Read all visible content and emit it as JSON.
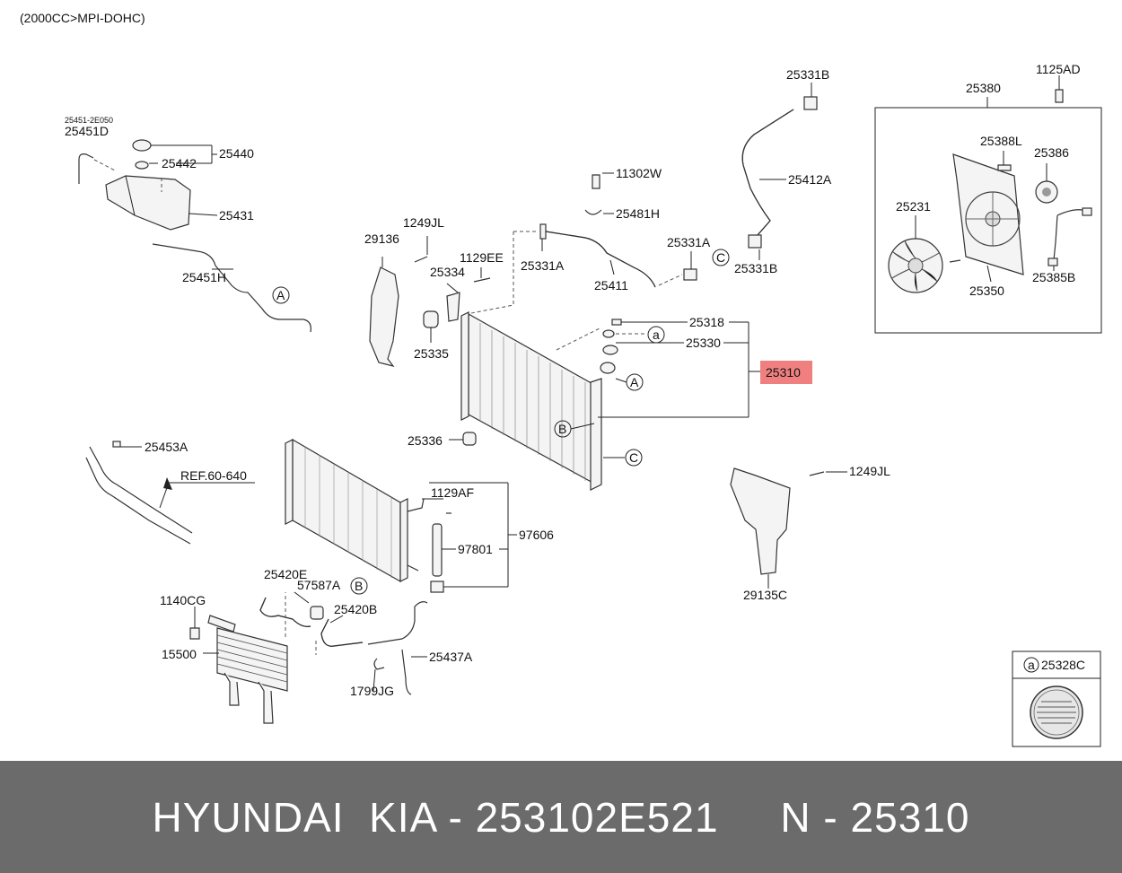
{
  "header": {
    "spec": "(2000CC>MPI-DOHC)"
  },
  "labels": {
    "p25451_2e050": "25451-2E050",
    "p25451d": "25451D",
    "p25440": "25440",
    "p25442": "25442",
    "p25431": "25431",
    "p25451h": "25451H",
    "p29136": "29136",
    "p1249jl_a": "1249JL",
    "p1129ee": "1129EE",
    "p25334": "25334",
    "p25335": "25335",
    "p11302w": "11302W",
    "p25481h": "25481H",
    "p25331a_1": "25331A",
    "p25411": "25411",
    "p25331a_2": "25331A",
    "p25331b_top": "25331B",
    "p25412a": "25412A",
    "p25331b_bot": "25331B",
    "p25318": "25318",
    "p25330": "25330",
    "p25310": "25310",
    "p25336": "25336",
    "p25453a": "25453A",
    "ref": "REF.60-640",
    "p1129af": "1129AF",
    "p97606": "97606",
    "p97801": "97801",
    "p25420e": "25420E",
    "p57587a": "57587A",
    "p25420b": "25420B",
    "p1140cg": "1140CG",
    "p15500": "15500",
    "p25437a": "25437A",
    "p1799jg": "1799JG",
    "p1125ad": "1125AD",
    "p25380": "25380",
    "p25388l": "25388L",
    "p25386": "25386",
    "p25231": "25231",
    "p25350": "25350",
    "p25385b": "25385B",
    "p1249jl_b": "1249JL",
    "p29135c": "29135C",
    "p25328c": "25328C"
  },
  "callouts": {
    "A": "A",
    "B": "B",
    "C": "C",
    "a": "a"
  },
  "colors": {
    "highlight": "#f08080",
    "footer_bg": "#6b6b6b",
    "footer_text": "#ffffff"
  },
  "footer": {
    "text": "HYUNDAI  KIA - 253102E521     N - 25310"
  }
}
